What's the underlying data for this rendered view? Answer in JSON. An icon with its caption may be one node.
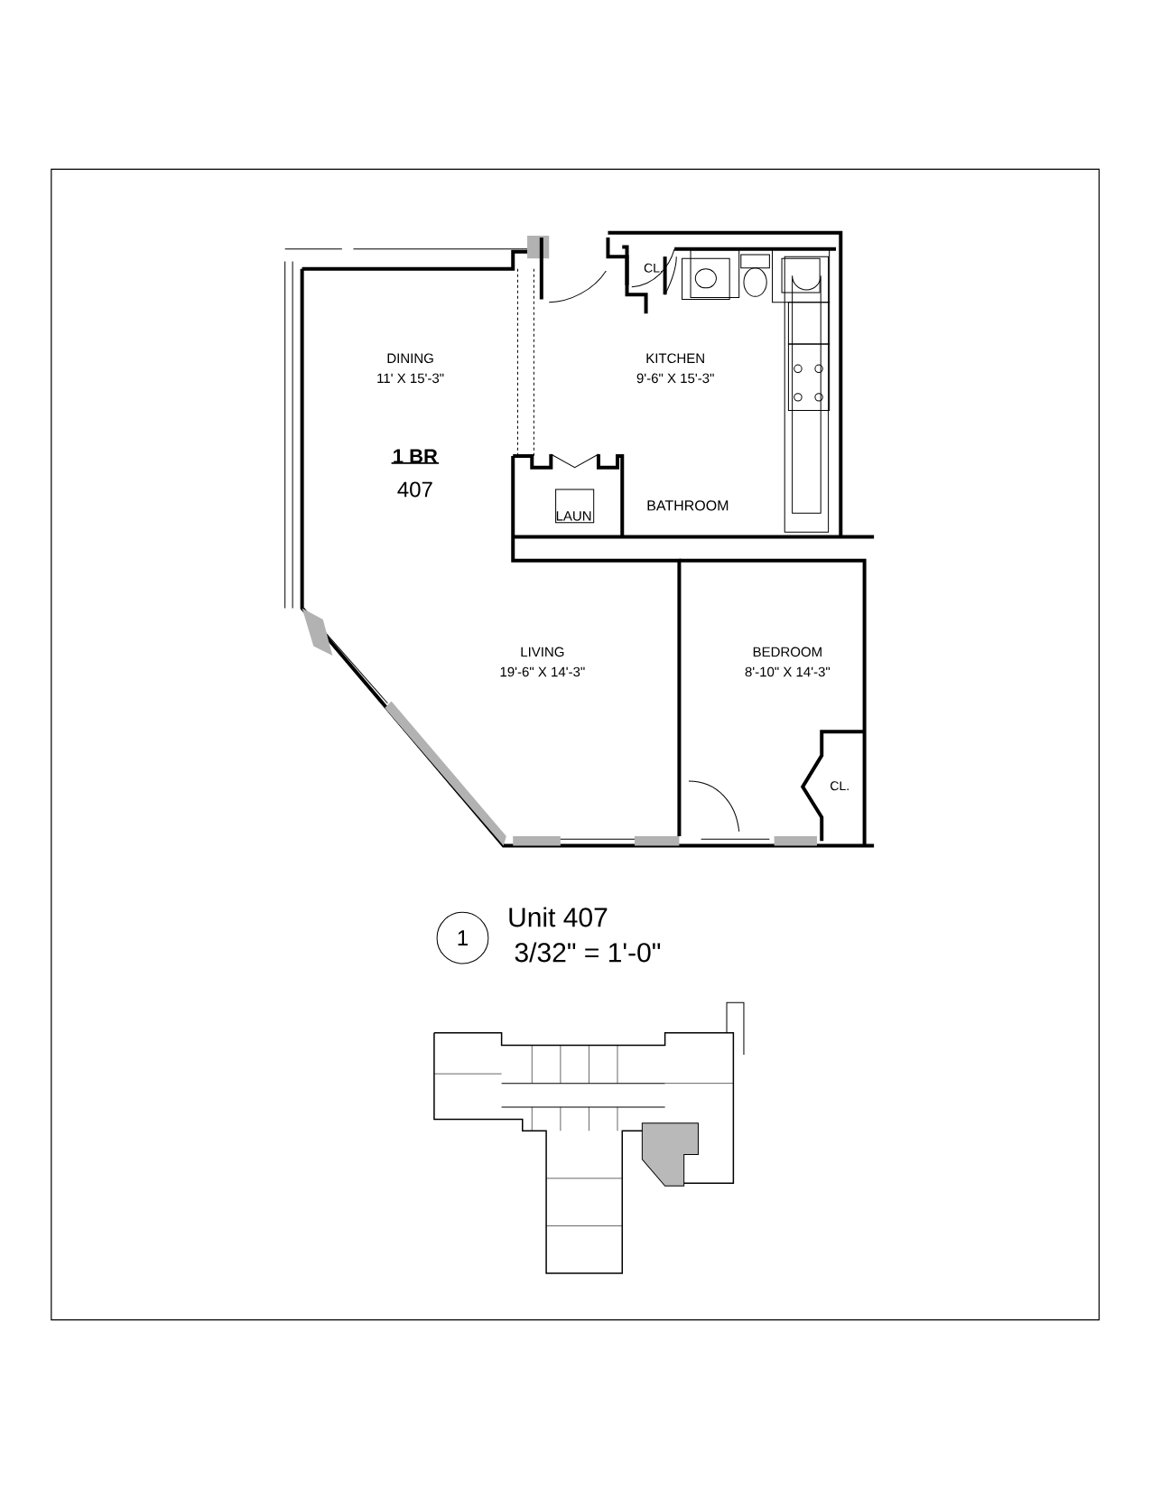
{
  "diagram": {
    "nodes": [
      {
        "text": [
          "1"
        ]
      }
    ],
    "labels": [
      "CL.",
      "DINING",
      "11' X 15'-3\"",
      "KITCHEN",
      "9'-6\" X 15'-3\"",
      "1 BR",
      "407",
      "LAUN",
      "BATHROOM",
      "LIVING",
      "19'-6\" X 14'-3\"",
      "BEDROOM",
      "8'-10\" X 14'-3\"",
      "CL.",
      "Unit 407",
      "3/32\" = 1'-0\""
    ]
  }
}
